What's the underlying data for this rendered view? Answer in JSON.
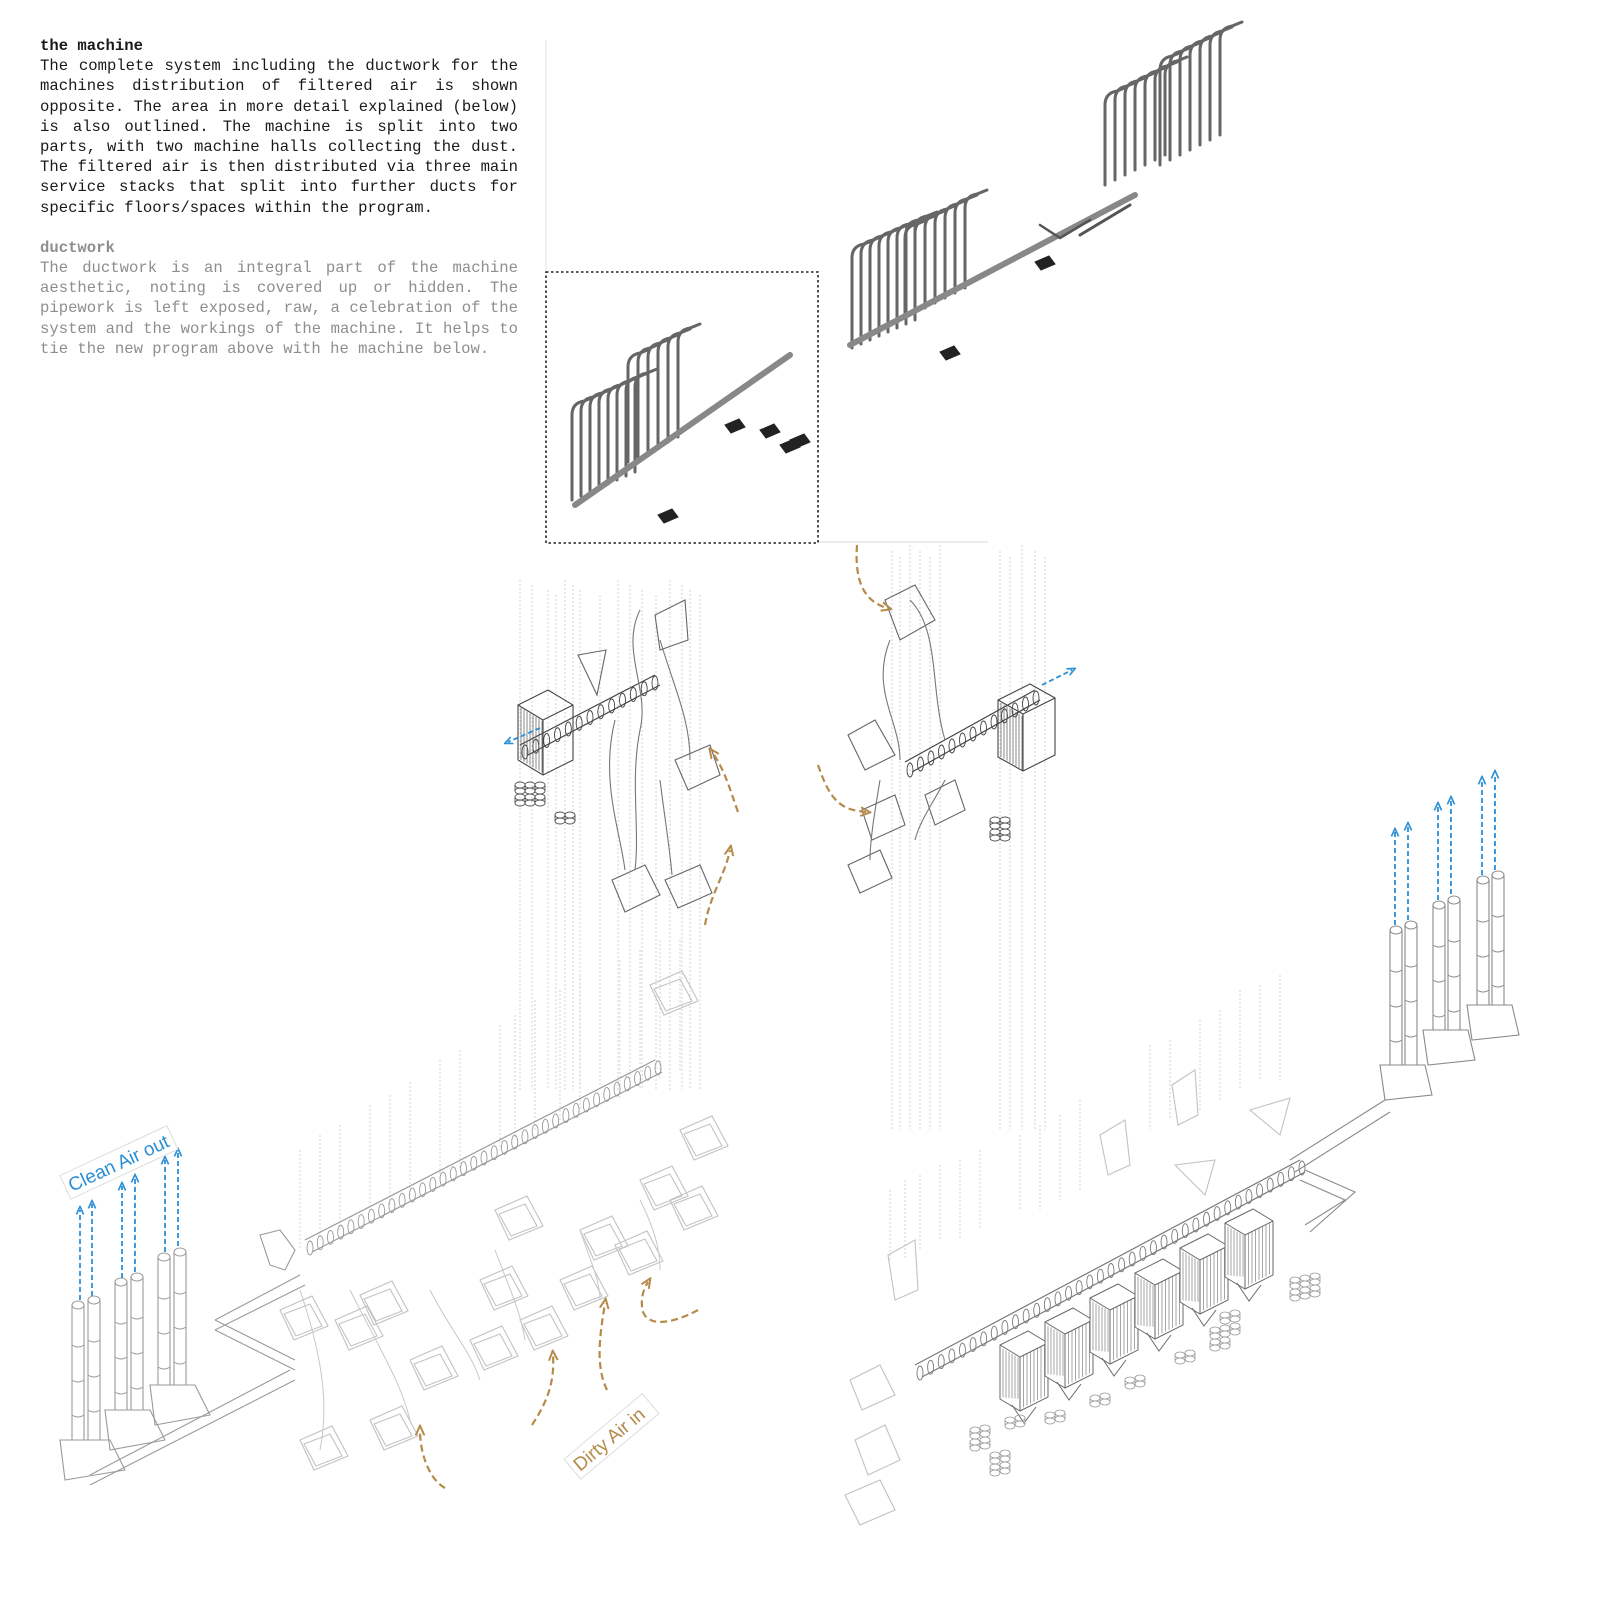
{
  "sections": [
    {
      "title": "the machine",
      "body": "The complete system including the ductwork for the machines distribution of filtered air is shown opposite. The area in more detail explained (below) is also outlined. The machine is split into two parts, with two machine halls collecting the dust. The filtered air is then distributed via three main service stacks that split into further ducts for specific floors/spaces within the program."
    },
    {
      "title": "ductwork",
      "body": "The ductwork is an integral part of the machine aesthetic, noting is covered up or hidden. The pipework is left exposed, raw, a celebration of the system and the workings of the machine. It helps to tie the new program above with he machine below."
    }
  ],
  "labels": {
    "clean_air": "Clean Air out",
    "dirty_air": "Dirty Air in"
  },
  "colors": {
    "clean_air": "#2a8fd6",
    "dirty_air": "#b58a4a",
    "line_dark": "#555555",
    "line_light": "#bdbdbd",
    "text_dark": "#1a1a1a",
    "text_muted": "#8e8e8e"
  }
}
